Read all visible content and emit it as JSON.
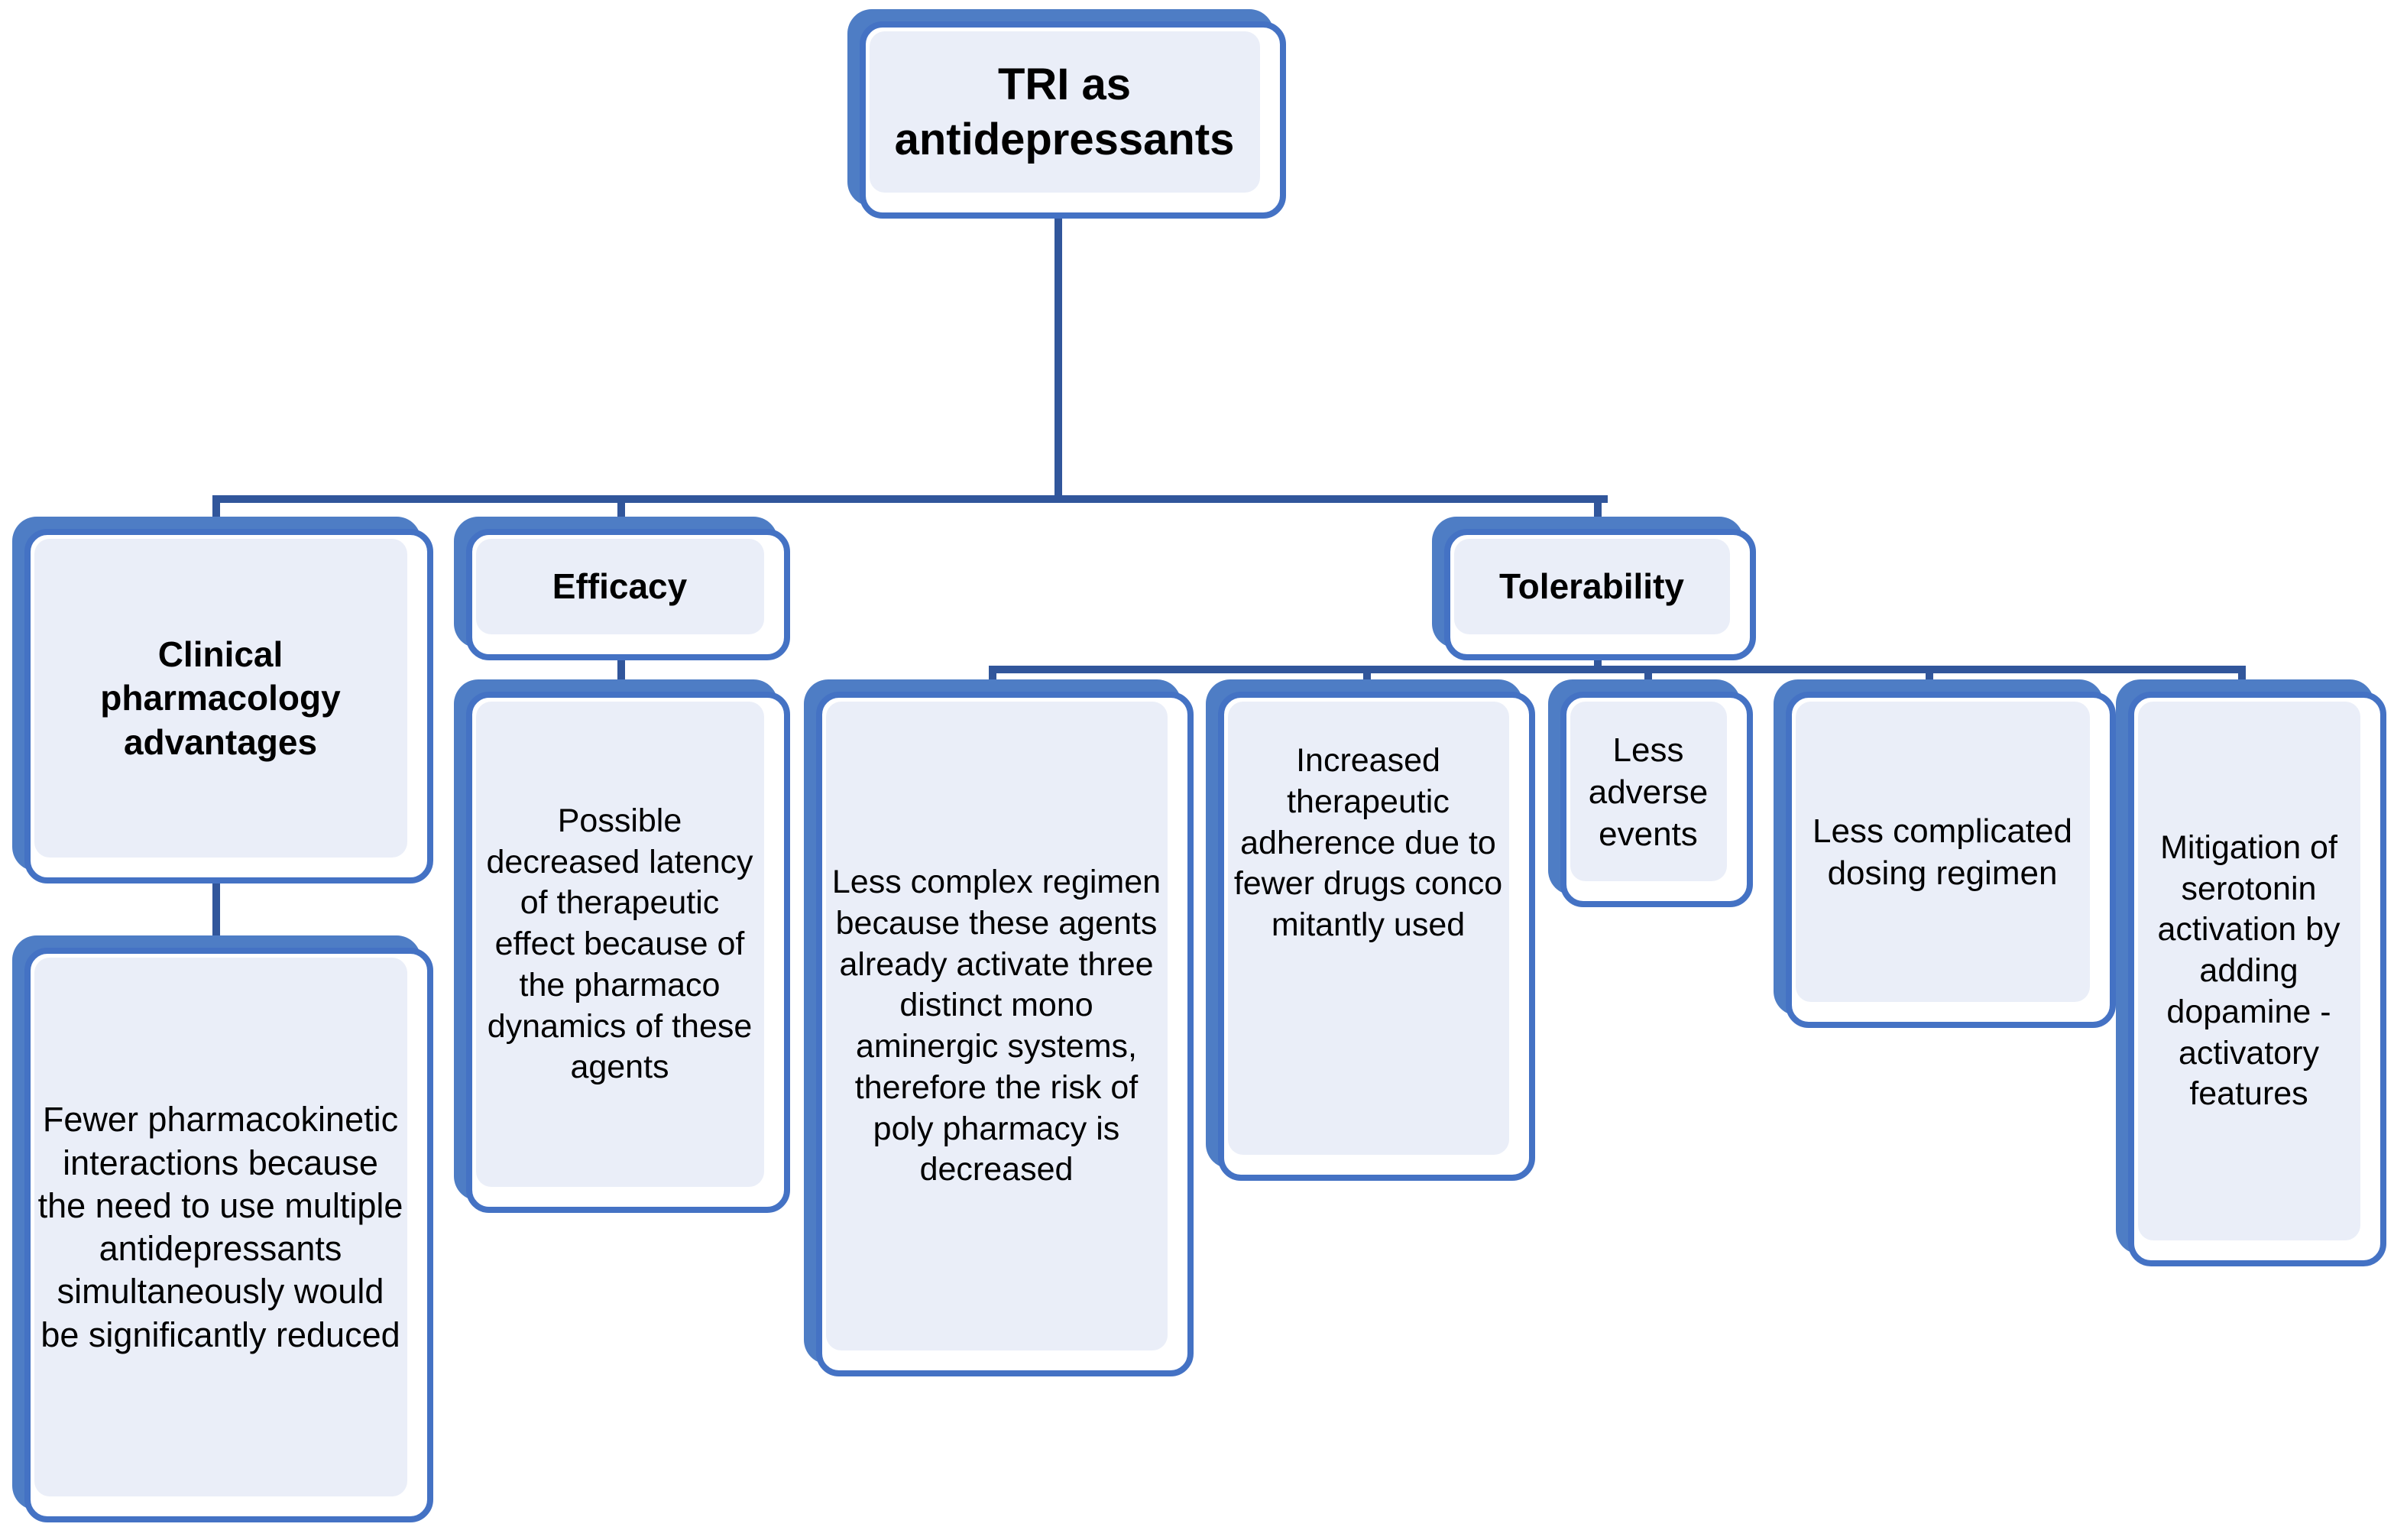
{
  "diagram_title": "TRI as antidepressants",
  "nodes": {
    "root": "TRI as antidepressants",
    "clinical": "Clinical pharmacology advantages",
    "fewer": "Fewer pharmacokinetic interactions because the need to use multiple antidepressants simultaneously would be significantly reduced",
    "efficacy": "Efficacy",
    "possible": "Possible decreased latency of therapeutic effect because of the pharmaco dynamics of these agents",
    "tolerability": "Tolerability",
    "less_complex": "Less complex regimen because these agents already activate three distinct mono aminergic systems, therefore the risk of poly pharmacy is decreased",
    "increased": "Increased therapeutic adherence due to fewer drugs conco mitantly used",
    "less_adverse": "Less adverse events",
    "less_complicated": "Less complicated dosing regimen",
    "mitigation": "Mitigation of serotonin activation by adding dopamine - activatory features"
  },
  "edges": [
    [
      "root",
      "clinical"
    ],
    [
      "root",
      "efficacy"
    ],
    [
      "root",
      "tolerability"
    ],
    [
      "clinical",
      "fewer"
    ],
    [
      "efficacy",
      "possible"
    ],
    [
      "tolerability",
      "less_complex"
    ],
    [
      "tolerability",
      "increased"
    ],
    [
      "tolerability",
      "less_adverse"
    ],
    [
      "tolerability",
      "less_complicated"
    ],
    [
      "tolerability",
      "mitigation"
    ]
  ],
  "colors": {
    "shadow": "#4E7DC5",
    "border": "#4472C4",
    "fill": "#EAEEF8",
    "connector": "#31569B",
    "background": "#FFFFFF"
  }
}
